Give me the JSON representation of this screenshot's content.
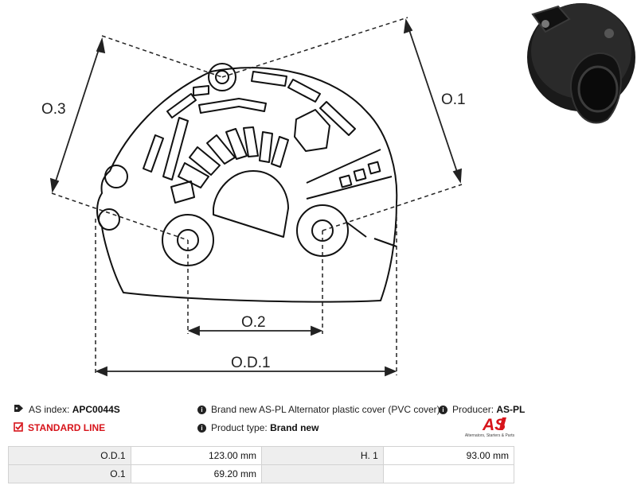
{
  "diagram": {
    "labels": {
      "o3": "O.3",
      "o1": "O.1",
      "o2": "O.2",
      "od1": "O.D.1"
    }
  },
  "info": {
    "as_index_label": "AS index:",
    "as_index_value": "APC0044S",
    "line_label": "STANDARD LINE",
    "description": "Brand new AS-PL Alternator plastic cover (PVC cover)",
    "product_type_label": "Product type:",
    "product_type_value": "Brand new",
    "producer_label": "Producer:",
    "producer_value": "AS-PL"
  },
  "logo": {
    "mark": "AS",
    "tagline": "Alternators, Starters & Parts"
  },
  "specs": {
    "rows": [
      {
        "k1": "O.D.1",
        "v1": "123.00 mm",
        "k2": "H. 1",
        "v2": "93.00 mm"
      },
      {
        "k1": "O.1",
        "v1": "69.20 mm",
        "k2": "",
        "v2": ""
      }
    ]
  },
  "colors": {
    "accent_red": "#d7141b",
    "table_label_bg": "#eeeeee",
    "table_border": "#d2d2d2"
  }
}
